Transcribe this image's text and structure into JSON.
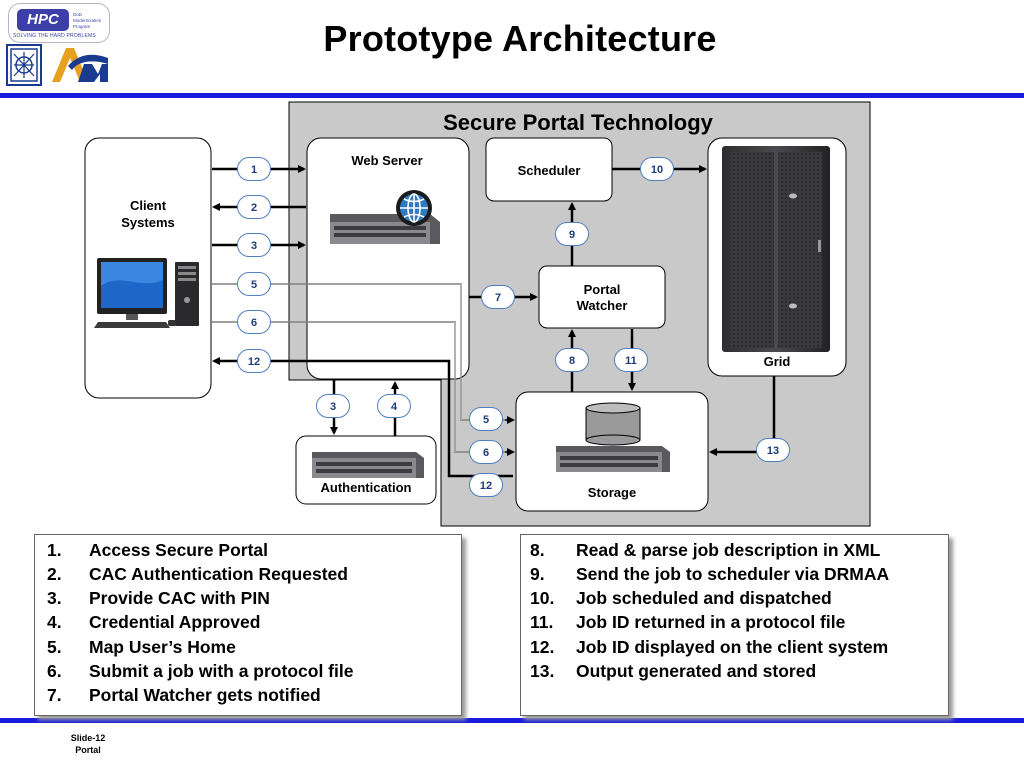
{
  "slide": {
    "title": "Prototype Architecture",
    "footer_line1": "Slide-12",
    "footer_line2": "Portal"
  },
  "logos": {
    "hpc_text": "HPC",
    "hpc_tagline": "SOLVING THE HARD PROBLEMS",
    "hpc_small": "DoD Modernization Program",
    "arl_text": "ARL"
  },
  "diagram": {
    "panel_title": "Secure Portal Technology",
    "client_systems": "Client\nSystems",
    "web_server": "Web Server",
    "scheduler": "Scheduler",
    "portal_watcher": "Portal\nWatcher",
    "grid": "Grid",
    "authentication": "Authentication",
    "storage": "Storage",
    "step_labels": [
      "1",
      "2",
      "3",
      "5",
      "6",
      "12",
      "7",
      "9",
      "10",
      "8",
      "11",
      "3",
      "4",
      "5",
      "6",
      "12",
      "13"
    ]
  },
  "steps_left": [
    {
      "n": "1.",
      "text": "Access Secure Portal"
    },
    {
      "n": "2.",
      "text": "CAC Authentication Requested"
    },
    {
      "n": "3.",
      "text": "Provide CAC with PIN"
    },
    {
      "n": "4.",
      "text": "Credential Approved"
    },
    {
      "n": "5.",
      "text": "Map User’s Home"
    },
    {
      "n": "6.",
      "text": "Submit a job with a protocol file"
    },
    {
      "n": "7.",
      "text": "Portal Watcher gets notified"
    }
  ],
  "steps_right": [
    {
      "n": "8.",
      "text": "Read & parse job description in XML"
    },
    {
      "n": "9.",
      "text": "Send the job to scheduler via DRMAA"
    },
    {
      "n": "10.",
      "text": "Job scheduled and dispatched"
    },
    {
      "n": "11.",
      "text": "Job ID returned in a protocol file"
    },
    {
      "n": "12.",
      "text": "Job ID displayed on the client system"
    },
    {
      "n": "13.",
      "text": "Output generated and stored"
    }
  ],
  "colors": {
    "rule_blue": "#1a1adc",
    "panel_gray": "#c9c9c9",
    "badge_border": "#4f7fbf",
    "badge_text": "#1d3c7a"
  }
}
